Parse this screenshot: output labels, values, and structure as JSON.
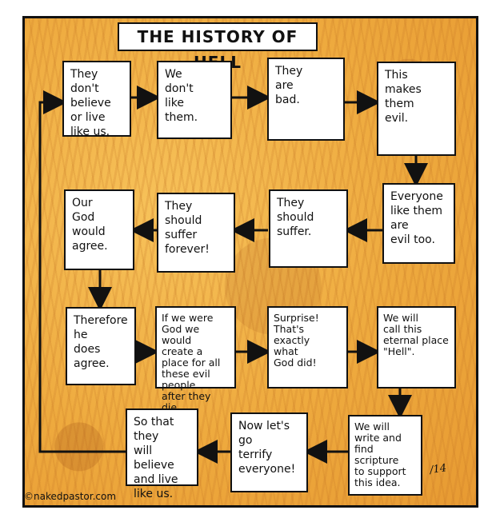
{
  "title": "THE HISTORY OF HELL",
  "credit": "©nakedpastor.com",
  "signature": "/14",
  "steps": [
    "They don't\nbelieve\nor live\nlike us.",
    "We\ndon't\nlike\nthem.",
    "They\nare\nbad.",
    "This\nmakes\nthem\nevil.",
    "Everyone\nlike them\nare\nevil too.",
    "They\nshould\nsuffer.",
    "They\nshould\nsuffer\nforever!",
    "Our\nGod\nwould\nagree.",
    "Therefore\nhe\ndoes\nagree.",
    "If we were\nGod we would\ncreate a\nplace for all\nthese evil people\nafter they die.",
    "Surprise!\nThat's\nexactly\nwhat\nGod did!",
    "We will\ncall this\neternal place\n\"Hell\".",
    "We will\nwrite and\nfind scripture\nto support\nthis idea.",
    "Now let's\ngo\nterrify\neveryone!",
    "So that they\nwill believe\nand live\nlike us."
  ]
}
